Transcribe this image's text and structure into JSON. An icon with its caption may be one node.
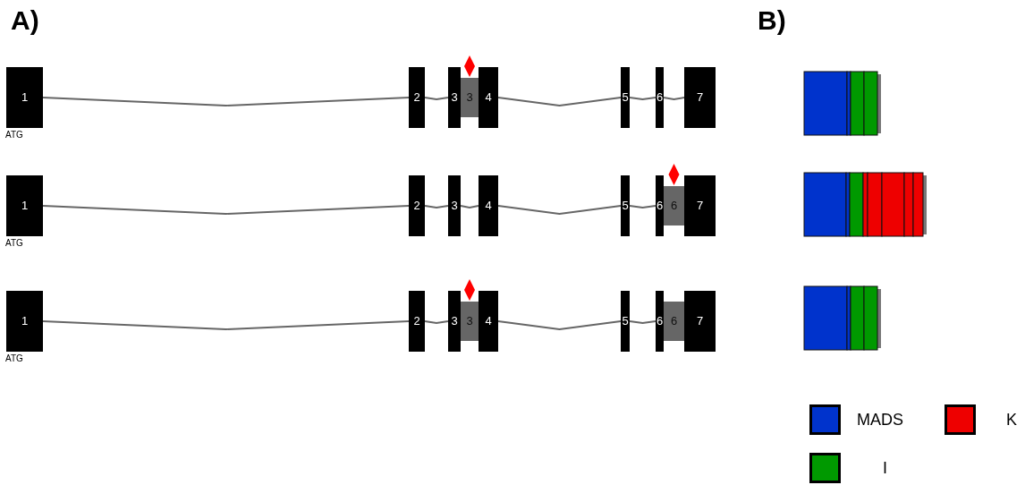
{
  "diagram": {
    "nodes": [
      {
        "text": [
          "1"
        ],
        "beside": [
          "ATG"
        ]
      },
      {
        "text": [
          "2"
        ]
      },
      {
        "text": [
          "3"
        ]
      },
      {
        "text": [
          "3"
        ]
      },
      {
        "text": [
          "4"
        ]
      },
      {
        "text": [
          "5"
        ]
      },
      {
        "text": [
          "6"
        ]
      },
      {
        "text": [
          "7"
        ]
      },
      {
        "text": [
          "1"
        ],
        "beside": [
          "ATG"
        ]
      },
      {
        "text": [
          "2"
        ]
      },
      {
        "text": [
          "3"
        ]
      },
      {
        "text": [
          "4"
        ]
      },
      {
        "text": [
          "5"
        ]
      },
      {
        "text": [
          "6"
        ]
      },
      {
        "text": [
          "6"
        ]
      },
      {
        "text": [
          "7"
        ]
      },
      {
        "text": [
          "1"
        ],
        "beside": [
          "ATG"
        ]
      },
      {
        "text": [
          "2"
        ]
      },
      {
        "text": [
          "3"
        ]
      },
      {
        "text": [
          "3"
        ]
      },
      {
        "text": [
          "4"
        ]
      },
      {
        "text": [
          "5"
        ]
      },
      {
        "text": [
          "6"
        ]
      },
      {
        "text": [
          "6"
        ]
      },
      {
        "text": [
          "7"
        ]
      }
    ],
    "edges": [
      {
        "from": 0,
        "to": 1,
        "arrow": "none"
      },
      {
        "from": 1,
        "to": 2,
        "arrow": "none"
      },
      {
        "from": 4,
        "to": 5,
        "arrow": "none"
      },
      {
        "from": 5,
        "to": 6,
        "arrow": "none"
      },
      {
        "from": 6,
        "to": 7,
        "arrow": "none"
      },
      {
        "from": 8,
        "to": 9,
        "arrow": "none"
      },
      {
        "from": 9,
        "to": 10,
        "arrow": "none"
      },
      {
        "from": 10,
        "to": 11,
        "arrow": "none"
      },
      {
        "from": 11,
        "to": 12,
        "arrow": "none"
      },
      {
        "from": 12,
        "to": 13,
        "arrow": "none"
      },
      {
        "from": 16,
        "to": 17,
        "arrow": "none"
      },
      {
        "from": 17,
        "to": 18,
        "arrow": "none"
      },
      {
        "from": 20,
        "to": 21,
        "arrow": "none"
      },
      {
        "from": 21,
        "to": 22,
        "arrow": "none"
      }
    ],
    "labels": [
      "A)",
      "B)"
    ],
    "legend": [
      {
        "text": "MADS",
        "color": "#0033cc"
      },
      {
        "text": "K",
        "color": "#ee0000"
      },
      {
        "text": "I",
        "color": "#009900"
      }
    ]
  }
}
